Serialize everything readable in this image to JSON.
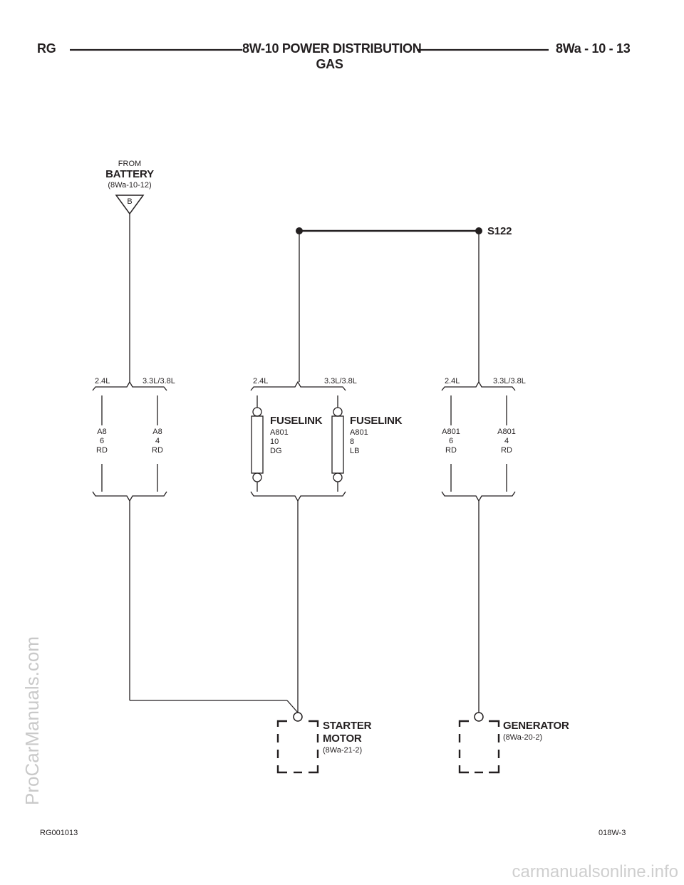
{
  "header": {
    "left": "RG",
    "title_line1": "8W-10 POWER DISTRIBUTION",
    "title_line2": "GAS",
    "right": "8Wa - 10 - 13"
  },
  "battery": {
    "from": "FROM",
    "name": "BATTERY",
    "ref": "(8Wa-10-12)",
    "connector": "B"
  },
  "splice": {
    "label": "S122"
  },
  "groups": [
    {
      "label_left": "2.4L",
      "label_right": "3.3L/3.8L",
      "left": {
        "circuit": "A8",
        "gauge": "6",
        "color": "RD"
      },
      "right": {
        "circuit": "A8",
        "gauge": "4",
        "color": "RD"
      }
    },
    {
      "label_left": "2.4L",
      "label_right": "3.3L/3.8L",
      "left": {
        "type": "FUSELINK",
        "circuit": "A801",
        "gauge": "10",
        "color": "DG"
      },
      "right": {
        "type": "FUSELINK",
        "circuit": "A801",
        "gauge": "8",
        "color": "LB"
      }
    },
    {
      "label_left": "2.4L",
      "label_right": "3.3L/3.8L",
      "left": {
        "circuit": "A801",
        "gauge": "6",
        "color": "RD"
      },
      "right": {
        "circuit": "A801",
        "gauge": "4",
        "color": "RD"
      }
    }
  ],
  "components": {
    "starter": {
      "line1": "STARTER",
      "line2": "MOTOR",
      "ref": "(8Wa-21-2)"
    },
    "generator": {
      "line1": "GENERATOR",
      "ref": "(8Wa-20-2)"
    }
  },
  "footer": {
    "left": "RG001013",
    "right": "018W-3"
  },
  "watermarks": {
    "side": "ProCarManuals.com",
    "bottom": "carmanualsonline.info"
  }
}
